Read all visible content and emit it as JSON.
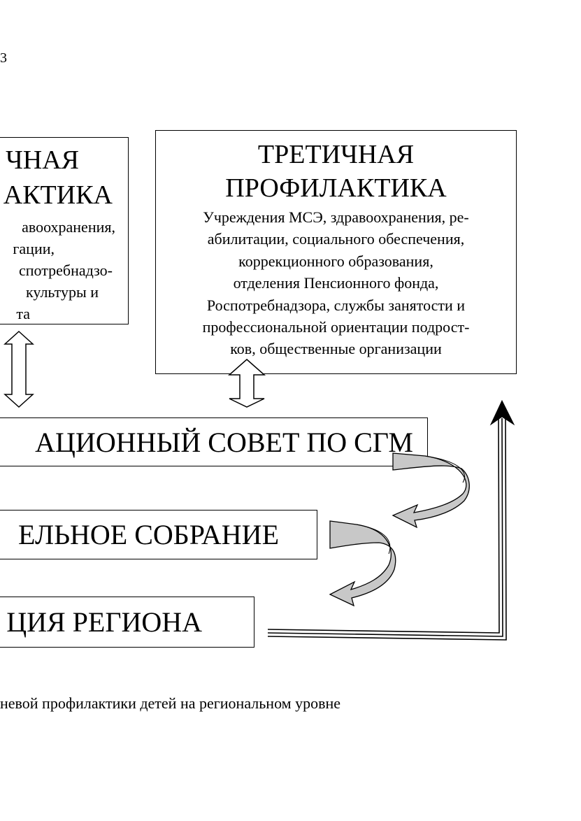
{
  "page": {
    "number_fragment": "3"
  },
  "boxes": {
    "secondary": {
      "title_line1": "ЧНАЯ",
      "title_line2": "АКТИКА",
      "body": [
        "авоохранения,",
        "гации,",
        "спотребнадзо-",
        "культуры и",
        "та"
      ]
    },
    "tertiary": {
      "title_line1": "ТРЕТИЧНАЯ",
      "title_line2": "ПРОФИЛАКТИКА",
      "body": [
        "Учреждения МСЭ, здравоохранения, ре-",
        "абилитации,  социального обеспечения,",
        "коррекционного образования,",
        "отделения Пенсионного фонда,",
        "Роспотребнадзора,  службы занятости и",
        "профессиональной ориентации подрост-",
        "ков, общественные организации"
      ]
    },
    "council": {
      "label": "АЦИОННЫЙ СОВЕТ ПО СГМ"
    },
    "assembly": {
      "label": "ЕЛЬНОЕ СОБРАНИЕ"
    },
    "administration": {
      "label": "ЦИЯ РЕГИОНА"
    }
  },
  "caption": "невой профилактики детей на региональном уровне",
  "colors": {
    "curved_arrow_fill": "#c8c8c8",
    "line": "#000000",
    "background": "#ffffff"
  }
}
